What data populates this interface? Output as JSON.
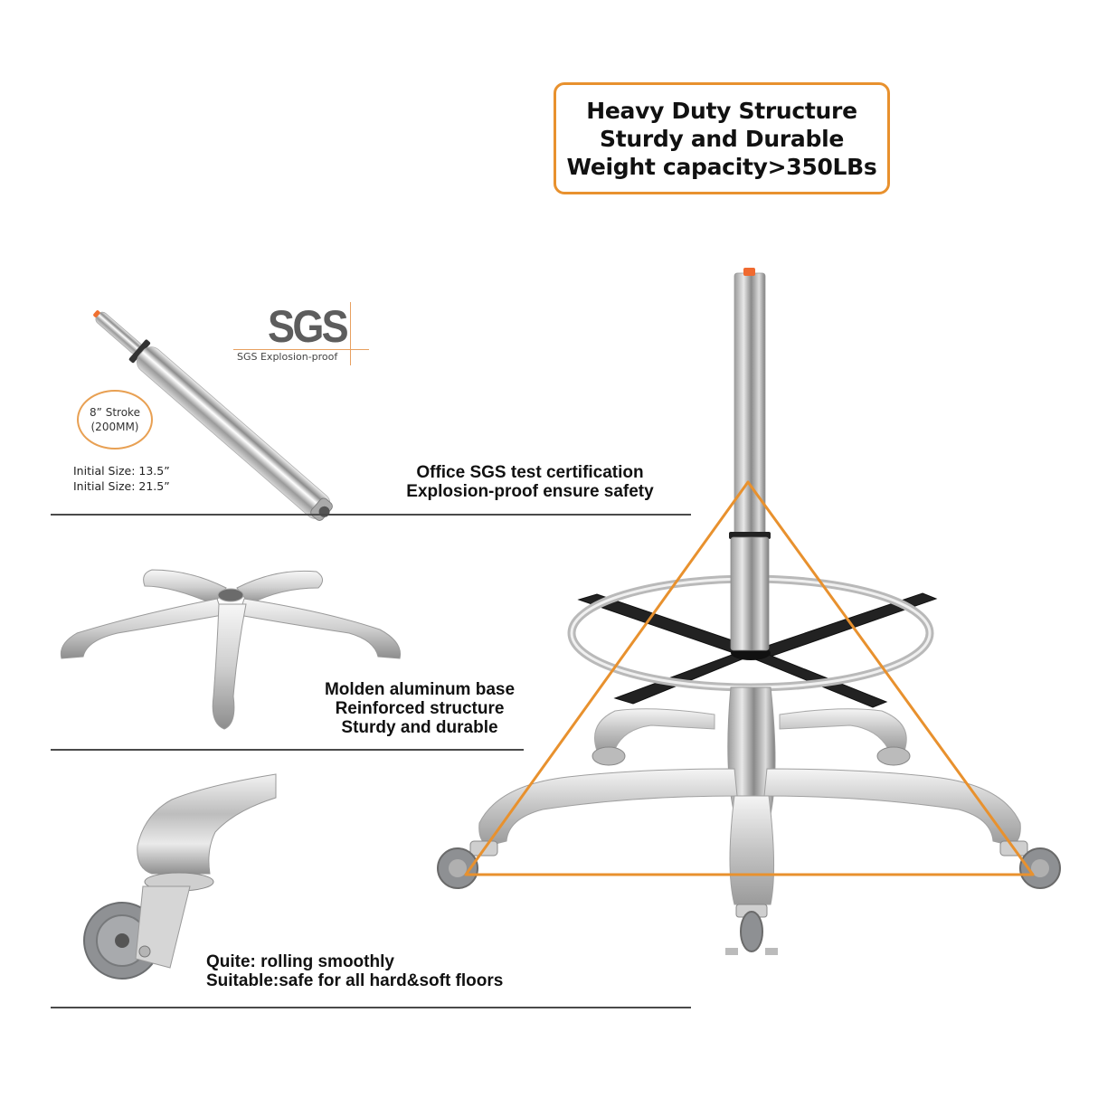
{
  "headline": {
    "lines": [
      "Heavy Duty Structure",
      "Sturdy and Durable",
      "Weight capacity>350LBs"
    ],
    "border_color": "#e8912e"
  },
  "gas_lift": {
    "sgs_logo": "SGS",
    "sgs_subtitle": "SGS Explosion-proof",
    "stroke_label": "8” Stroke",
    "stroke_mm": "(200MM)",
    "initial_size_1": "Initial Size: 13.5”",
    "initial_size_2": "Initial Size: 21.5”",
    "caption": [
      "Office SGS test certification",
      "Explosion-proof ensure safety"
    ]
  },
  "base": {
    "caption": [
      "Molden aluminum base",
      "Reinforced structure",
      "Sturdy and durable"
    ]
  },
  "casters": {
    "caption": [
      "Quite: rolling smoothly",
      "Suitable:safe for all hard&soft floors"
    ]
  },
  "colors": {
    "accent_orange": "#e8912e",
    "divider": "#4a4a4a",
    "chrome": "#c9cbcd",
    "footrest_cross": "#222222"
  }
}
